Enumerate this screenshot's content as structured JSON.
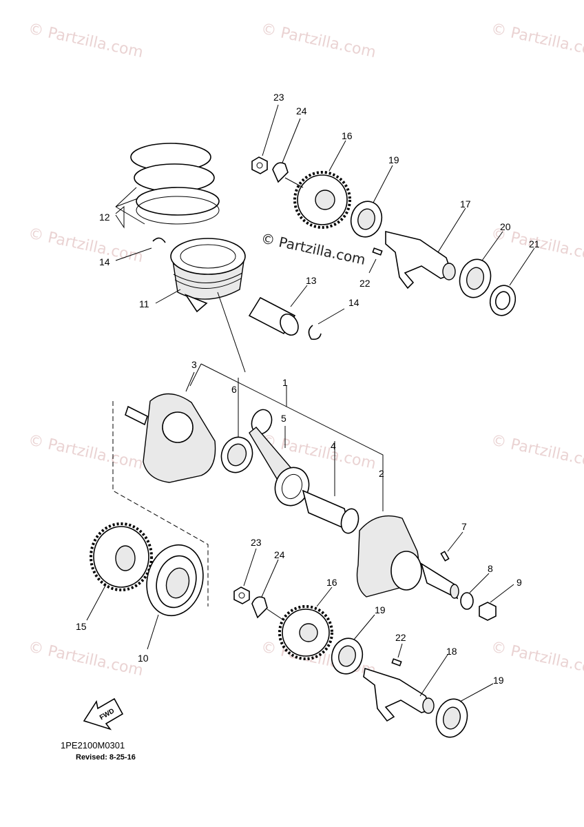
{
  "watermark": {
    "repeat_text": "© Partzilla.com",
    "center_text": "© Partzilla.com"
  },
  "callouts": {
    "c1": "1",
    "c2": "2",
    "c3": "3",
    "c4": "4",
    "c5": "5",
    "c6": "6",
    "c7": "7",
    "c8": "8",
    "c9": "9",
    "c10": "10",
    "c11": "11",
    "c12": "12",
    "c13": "13",
    "c14a": "14",
    "c14b": "14",
    "c15": "15",
    "c16a": "16",
    "c16b": "16",
    "c17": "17",
    "c18": "18",
    "c19a": "19",
    "c19b": "19",
    "c19c": "19",
    "c20": "20",
    "c21": "21",
    "c22a": "22",
    "c22b": "22",
    "c23a": "23",
    "c23b": "23",
    "c24a": "24",
    "c24b": "24"
  },
  "fwd_label": "FWD",
  "diagram_code": "1PE2100M0301",
  "revised": "Revised: 8-25-16"
}
